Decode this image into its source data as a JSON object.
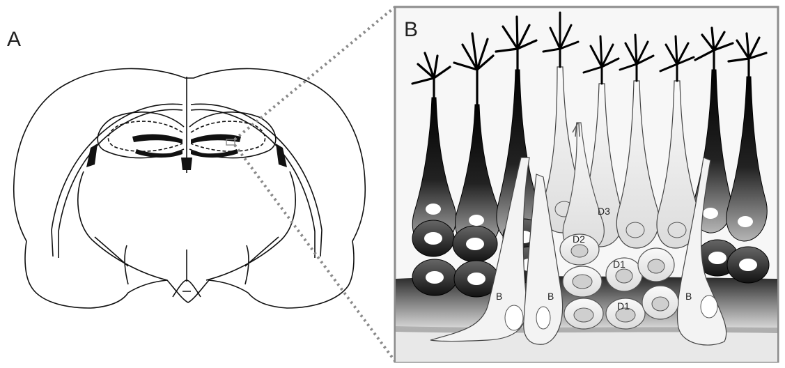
{
  "panel_a": {
    "label": "A"
  },
  "panel_b": {
    "label": "B",
    "cell_labels": {
      "b_left": "B",
      "b_mid": "B",
      "b_right": "B",
      "d3": "D3",
      "d2": "D2",
      "d1_top": "D1",
      "d1_bottom": "D1"
    }
  },
  "colors": {
    "outline": "#111111",
    "zoom_dots": "#8a8a8a",
    "frame": "#8c8c8c",
    "dark_cell": "#151515",
    "light_cell": "#ececec"
  }
}
